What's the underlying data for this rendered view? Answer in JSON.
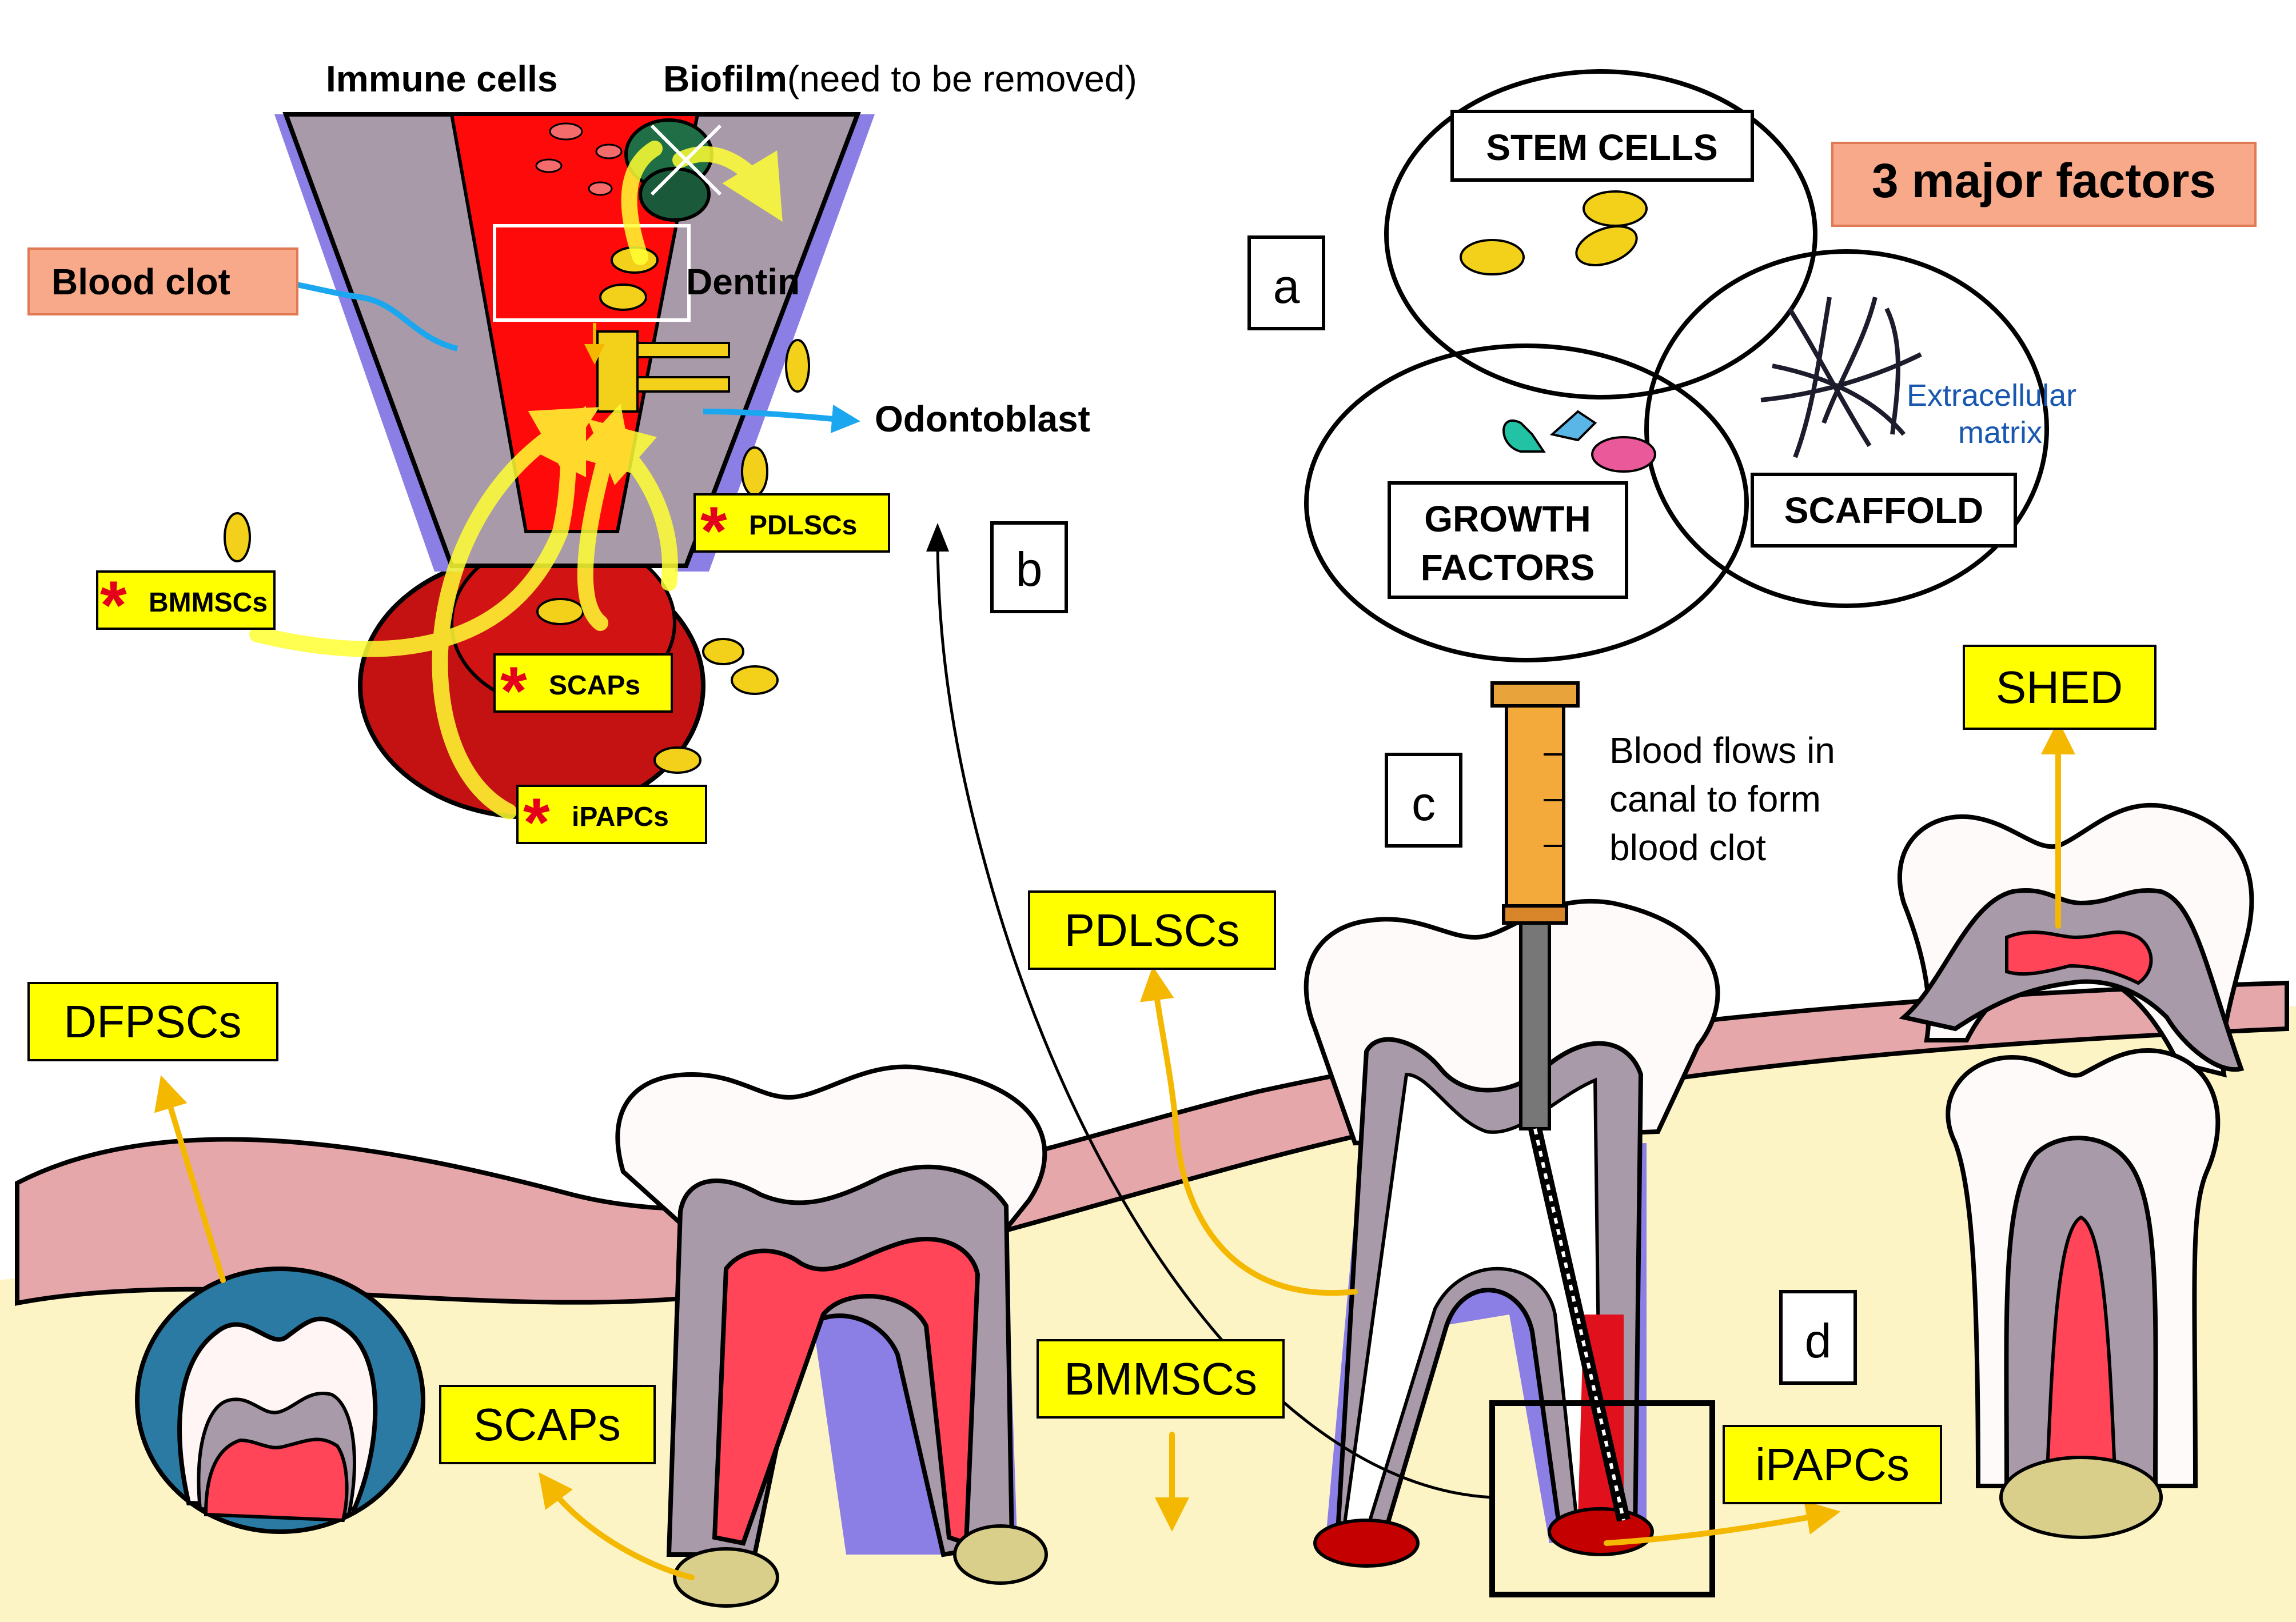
{
  "panels": {
    "a": "a",
    "b": "b",
    "c": "c",
    "d": "d"
  },
  "top_labels": {
    "immune_cells": "Immune cells",
    "biofilm": "Biofilm",
    "biofilm_note": "(need to be removed)",
    "dentin": "Dentin",
    "blood_clot": "Blood clot",
    "odontoblast": "Odontoblast"
  },
  "inset_stem_cells": {
    "bmmscs": "BMMSCs",
    "pdlscs": "PDLSCs",
    "scaps": "SCAPs",
    "ipapcs": "iPAPCs",
    "marker": "*"
  },
  "factors": {
    "title": "3 major factors",
    "stem_cells": "STEM CELLS",
    "growth_factors_line1": "GROWTH",
    "growth_factors_line2": "FACTORS",
    "scaffold": "SCAFFOLD",
    "ecm_line1": "Extracellular",
    "ecm_line2": "matrix"
  },
  "procedure": {
    "line1": "Blood flows in",
    "line2": "canal to form",
    "line3": "blood clot"
  },
  "sources": {
    "dfpscs": "DFPSCs",
    "scaps": "SCAPs",
    "pdlscs": "PDLSCs",
    "bmmscs": "BMMSCs",
    "ipapcs": "iPAPCs",
    "shed": "SHED"
  },
  "colors": {
    "label_fill": "#ffff00",
    "highlight_fill": "#f8a98a",
    "pulp_red": "#ff0000",
    "gingiva": "#e6a7ab",
    "bone": "#fdf4c6",
    "dentin": "#a89aa8",
    "arrow_orange": "#f5b800",
    "arrow_blue": "#1aa7ef",
    "ecm_text": "#1a58b0"
  }
}
